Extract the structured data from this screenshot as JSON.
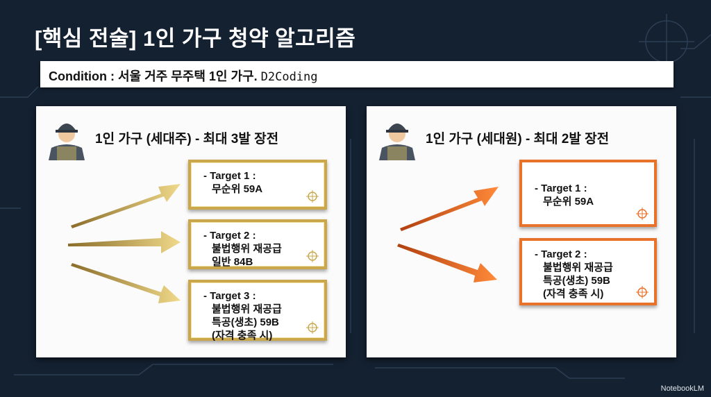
{
  "title": "[핵심 전술] 1인 가구 청약 알고리즘",
  "condition": {
    "label": "Condition",
    "sep": " : ",
    "text": "서울 거주 무주택 1인 가구.",
    "font_note": "D2Coding"
  },
  "panels": [
    {
      "heading": "1인 가구 (세대주) - 최대 3발 장전",
      "targets": [
        {
          "label": "- Target 1 :",
          "lines": [
            "무순위 59A"
          ]
        },
        {
          "label": "- Target 2 :",
          "lines": [
            "불법행위 재공급",
            "일반 84B"
          ]
        },
        {
          "label": "- Target 3 :",
          "lines": [
            "불법행위 재공급",
            "특공(생초) 59B",
            "(자격 충족 시)"
          ]
        }
      ]
    },
    {
      "heading": "1인 가구 (세대원) - 최대 2발 장전",
      "targets": [
        {
          "label": "- Target 1 :",
          "lines": [
            "무순위 59A"
          ]
        },
        {
          "label": "- Target 2 :",
          "lines": [
            "불법행위 재공급",
            "특공(생초) 59B",
            "(자격 충족 시)"
          ]
        }
      ]
    }
  ],
  "watermark": "NotebookLM",
  "colors": {
    "background": "#142131",
    "gold": "#c9a74a",
    "orange": "#e8722a"
  }
}
